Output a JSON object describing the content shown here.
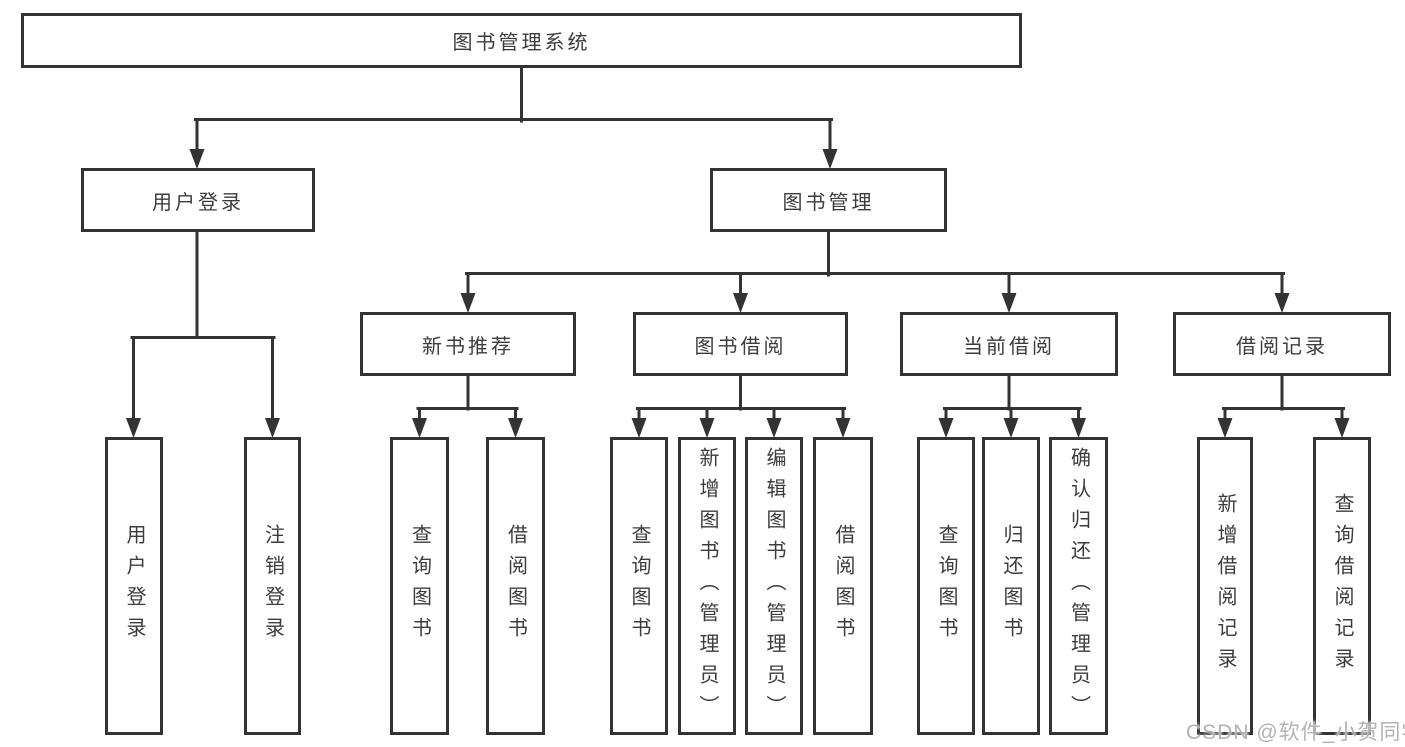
{
  "diagram_title": "图书管理系统",
  "tree": {
    "label": "图书管理系统",
    "children": [
      {
        "label": "用户登录",
        "children": [
          {
            "label": "用户登录"
          },
          {
            "label": "注销登录"
          }
        ]
      },
      {
        "label": "图书管理",
        "children": [
          {
            "label": "新书推荐",
            "children": [
              {
                "label": "查询图书"
              },
              {
                "label": "借阅图书"
              }
            ]
          },
          {
            "label": "图书借阅",
            "children": [
              {
                "label": "查询图书"
              },
              {
                "label": "新增图书（管理员）"
              },
              {
                "label": "编辑图书（管理员）"
              },
              {
                "label": "借阅图书"
              }
            ]
          },
          {
            "label": "当前借阅",
            "children": [
              {
                "label": "查询图书"
              },
              {
                "label": "归还图书"
              },
              {
                "label": "确认归还（管理员）"
              }
            ]
          },
          {
            "label": "借阅记录",
            "children": [
              {
                "label": "新增借阅记录"
              },
              {
                "label": "查询借阅记录"
              }
            ]
          }
        ]
      }
    ]
  },
  "watermark": "CSDN @软件_小贺同学",
  "colors": {
    "line": "#333333",
    "text": "#3c3c3c",
    "watermark": "#b3b3b3",
    "background": "#ffffff"
  }
}
